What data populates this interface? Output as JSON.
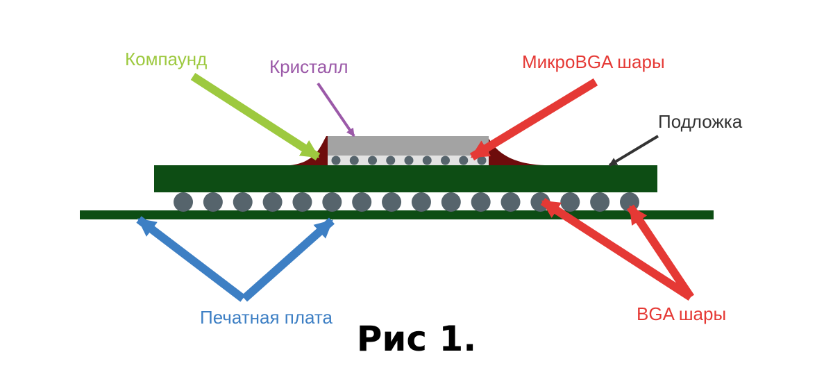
{
  "labels": {
    "compound": "Компаунд",
    "crystal": "Кристалл",
    "micro_bga": "МикроBGA шары",
    "substrate": "Подложка",
    "pcb": "Печатная плата",
    "bga": "BGA шары"
  },
  "caption": "Рис 1.",
  "colors": {
    "compound_label": "#9dc93f",
    "crystal_label": "#9b59a8",
    "micro_bga_label": "#e53935",
    "substrate_label": "#333333",
    "pcb_label": "#3d7fc4",
    "bga_label": "#e53935",
    "board_green": "#0d4d14",
    "ball_gray": "#56646c",
    "crystal_gray": "#a3a3a3",
    "compound_fill": "#6e0c0c",
    "caption": "#000000"
  },
  "counts": {
    "bga_balls": 16,
    "micro_bga_balls": 9
  }
}
